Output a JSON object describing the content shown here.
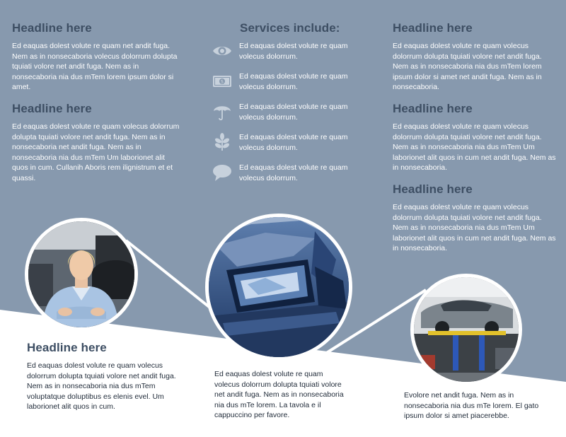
{
  "left": {
    "sections": [
      {
        "headline": "Headline here",
        "body": "Ed eaquas dolest volute re quam net andit fuga. Nem as in nonsecaboria volecus dolorrum dolupta tquiati  volore net andit fuga. Nem as in nonsecaboria nia dus mTem lorem ipsum dolor si amet."
      },
      {
        "headline": "Headline here",
        "body": "Ed eaquas dolest volute re quam volecus dolorrum dolupta tquiati volore net andit fuga. Nem as in nonsecaboria net andit fuga. Nem as in nonsecaboria  nia dus mTem  Um laborionet alit quos in cum. Cullanih Aboris rem ilignistrum et et quassi."
      }
    ],
    "bottom": {
      "headline": "Headline here",
      "body": "Ed eaquas dolest volute re quam volecus dolorrum dolupta tquiati volore net andit fuga. Nem as in nonsecaboria nia dus mTem voluptatque doluptibus es elenis evel. Um laborionet alit quos in cum."
    }
  },
  "middle": {
    "title": "Services include:",
    "services": [
      {
        "icon": "eye-icon",
        "text": "Ed eaquas dolest volute re quam volecus dolorrum."
      },
      {
        "icon": "money-icon",
        "text": "Ed eaquas dolest volute re quam volecus dolorrum."
      },
      {
        "icon": "umbrella-icon",
        "text": "Ed eaquas dolest volute re quam volecus dolorrum."
      },
      {
        "icon": "leaf-icon",
        "text": "Ed eaquas dolest volute re quam volecus dolorrum."
      },
      {
        "icon": "speech-bubble-icon",
        "text": "Ed eaquas dolest volute re quam volecus dolorrum."
      }
    ],
    "bottom_body": "Ed eaquas dolest volute re quam volecus dolorrum dolupta tquiati volore net andit fuga. Nem as in nonsecaboria nia dus mTe lorem. La tavola e il cappuccino per favore."
  },
  "right": {
    "sections": [
      {
        "headline": "Headline here",
        "body": "Ed eaquas dolest volute re quam volecus dolorrum dolupta tquiati volore net andit fuga. Nem as in nonsecaboria nia dus mTem lorem ipsum dolor si amet net andit fuga. Nem as in nonsecaboria."
      },
      {
        "headline": "Headline here",
        "body": "Ed eaquas dolest volute re quam volecus dolorrum dolupta tquiati volore net andit fuga. Nem as in nonsecaboria nia dus mTem Um laborionet alit quos in cum net andit fuga. Nem as in nonsecaboria."
      },
      {
        "headline": "Headline here",
        "body": "Ed eaquas dolest volute re quam volecus dolorrum dolupta tquiati volore net andit fuga. Nem as in nonsecaboria nia dus mTem Um laborionet alit quos in cum net andit fuga. Nem as in nonsecaboria."
      }
    ],
    "bottom_body": "Evolore net andit fuga. Nem as in nonsecaboria nia dus mTe lorem. El gato ipsum dolor si amet piacerebbe."
  },
  "colors": {
    "panel": "#8799ae",
    "headline": "#3d4e63",
    "icon": "#c7d1dc",
    "white": "#ffffff"
  }
}
